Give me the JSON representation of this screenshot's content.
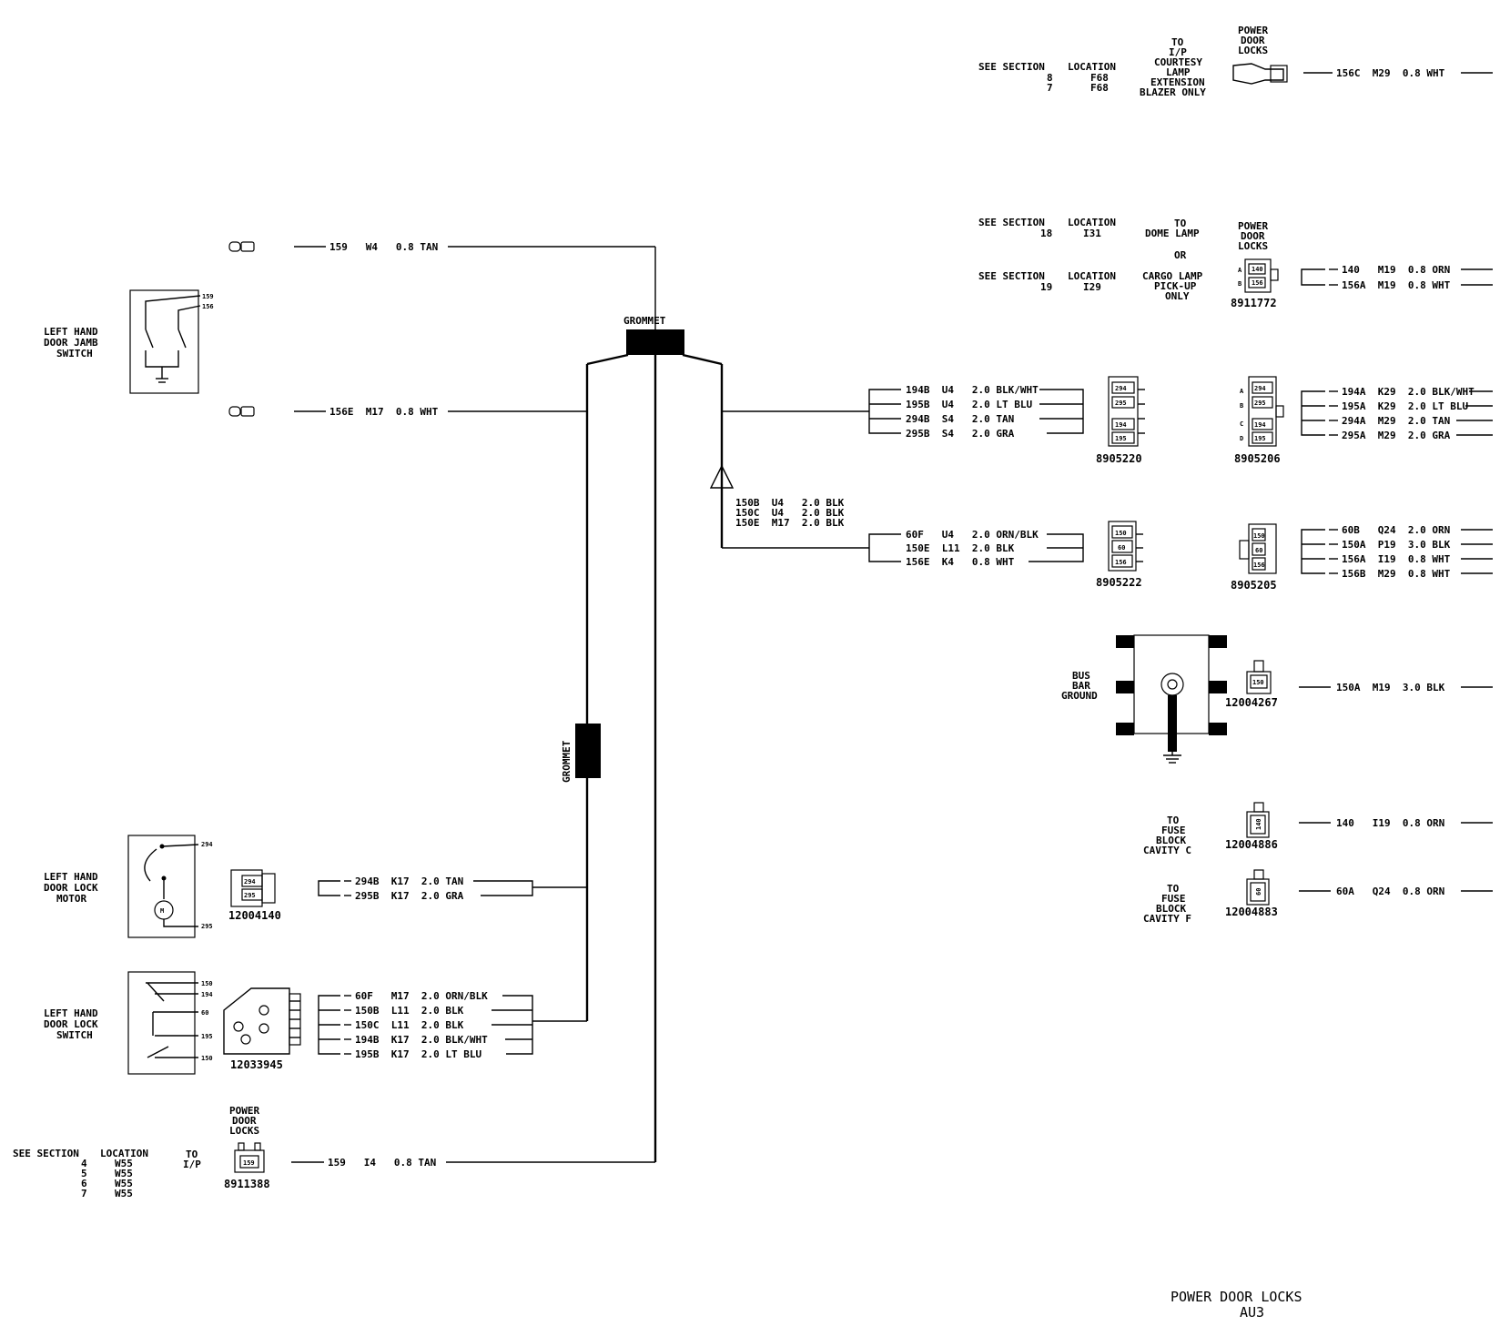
{
  "title": {
    "line1": "POWER DOOR LOCKS",
    "line2": "AU3"
  },
  "labels": {
    "grommet_top": "GROMMET",
    "grommet_side": "GROMMET",
    "lh_jamb": [
      "LEFT HAND",
      "DOOR JAMB",
      "SWITCH"
    ],
    "lh_motor": [
      "LEFT HAND",
      "DOOR LOCK",
      "MOTOR"
    ],
    "lh_switch": [
      "LEFT HAND",
      "DOOR LOCK",
      "SWITCH"
    ],
    "pdl_bottom": [
      "POWER",
      "DOOR",
      "LOCKS"
    ],
    "pdl_top": [
      "POWER",
      "DOOR",
      "LOCKS"
    ],
    "pdl_mid": [
      "POWER",
      "DOOR",
      "LOCKS"
    ],
    "bus_bar": [
      "BUS",
      "BAR",
      "GROUND"
    ],
    "fuse_c": [
      "TO",
      "FUSE",
      "BLOCK",
      "CAVITY C"
    ],
    "fuse_f": [
      "TO",
      "FUSE",
      "BLOCK",
      "CAVITY F"
    ],
    "ip_courtesy": [
      "TO",
      "I/P",
      "COURTESY",
      "LAMP",
      "EXTENSION",
      "BLAZER ONLY"
    ],
    "dome": [
      "TO",
      "DOME LAMP"
    ],
    "or": "OR",
    "cargo": [
      "CARGO LAMP",
      "PICK-UP",
      "ONLY"
    ],
    "to_ip": [
      "TO",
      "I/P"
    ]
  },
  "see_sections": {
    "top": {
      "head": [
        "SEE SECTION",
        "LOCATION"
      ],
      "rows": [
        [
          "8",
          "F68"
        ],
        [
          "7",
          "F68"
        ]
      ]
    },
    "dome": {
      "head": [
        "SEE SECTION",
        "LOCATION"
      ],
      "rows": [
        [
          "18",
          "I31"
        ]
      ]
    },
    "cargo": {
      "head": [
        "SEE SECTION",
        "LOCATION"
      ],
      "rows": [
        [
          "19",
          "I29"
        ]
      ]
    },
    "bottom": {
      "head": [
        "SEE SECTION",
        "LOCATION"
      ],
      "rows": [
        [
          "4",
          "W55"
        ],
        [
          "5",
          "W55"
        ],
        [
          "6",
          "W55"
        ],
        [
          "7",
          "W55"
        ]
      ]
    }
  },
  "part_numbers": {
    "p8911772": "8911772",
    "p8905220": "8905220",
    "p8905206": "8905206",
    "p8905222": "8905222",
    "p8905205": "8905205",
    "p12004267": "12004267",
    "p12004886": "12004886",
    "p12004883": "12004883",
    "p12004140": "12004140",
    "p12033945": "12033945",
    "p8911388": "8911388"
  },
  "wires": {
    "jamb_top": "159   W4   0.8 TAN",
    "jamb_bot": "156E  M17  0.8 WHT",
    "ip_courtesy": "156C  M29  0.8 WHT",
    "dome": [
      "140   M19  0.8 ORN",
      "156A  M19  0.8 WHT"
    ],
    "c8905220": [
      "194B  U4   2.0 BLK/WHT",
      "195B  U4   2.0 LT BLU",
      "294B  S4   2.0 TAN",
      "295B  S4   2.0 GRA"
    ],
    "c8905206": [
      "194A  K29  2.0 BLK/WHT",
      "195A  K29  2.0 LT BLU",
      "294A  M29  2.0 TAN",
      "295A  M29  2.0 GRA"
    ],
    "splice": [
      "150B  U4   2.0 BLK",
      "150C  U4   2.0 BLK",
      "150E  M17  2.0 BLK"
    ],
    "c8905222": [
      "60F   U4   2.0 ORN/BLK",
      "150E  L11  2.0 BLK",
      "156E  K4   0.8 WHT"
    ],
    "c8905205": [
      "60B   Q24  2.0 ORN",
      "150A  P19  3.0 BLK",
      "156A  I19  0.8 WHT",
      "156B  M29  0.8 WHT"
    ],
    "bus": "150A  M19  3.0 BLK",
    "fuse_c": "140   I19  0.8 ORN",
    "fuse_f": "60A   Q24  0.8 ORN",
    "motor": [
      "294B  K17  2.0 TAN",
      "295B  K17  2.0 GRA"
    ],
    "switch": [
      "60F   M17  2.0 ORN/BLK",
      "150B  L11  2.0 BLK",
      "150C  L11  2.0 BLK",
      "194B  K17  2.0 BLK/WHT",
      "195B  K17  2.0 LT BLU"
    ],
    "pdl_bottom": "159   I4   0.8 TAN"
  },
  "pins": {
    "p8911772": [
      "140",
      "156"
    ],
    "p8911772_letters": [
      "A",
      "B"
    ],
    "p8905206_letters": [
      "A",
      "B",
      "C",
      "D"
    ],
    "p8905220": [
      "294",
      "295",
      "194",
      "195"
    ],
    "p8905222": [
      "150",
      "60",
      "156"
    ],
    "p8905205": [
      "150",
      "60",
      "156"
    ],
    "p12004267": "150",
    "p12004886": "140",
    "p12004883": "60",
    "p12004140": [
      "294",
      "295"
    ],
    "p8911388": "159",
    "jamb": [
      "159",
      "156"
    ],
    "motor": [
      "294",
      "295"
    ],
    "switch": [
      "150",
      "194",
      "60",
      "195",
      "150"
    ]
  }
}
